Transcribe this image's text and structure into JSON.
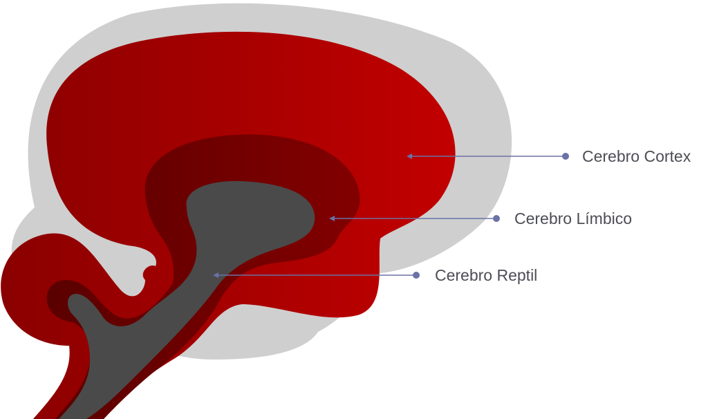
{
  "labels": {
    "cortex": "Cerebro Cortex",
    "limbic": "Cerebro Límbico",
    "reptil": "Cerebro Reptil"
  },
  "colors": {
    "background": "#ffffff",
    "skull": "#cfcfcf",
    "cortex": "#b00000",
    "cortex_dark": "#8a0000",
    "limbic": "#6e0000",
    "limbic_dark": "#520000",
    "reptilian": "#4a4a4a",
    "pointer": "#6a72a6",
    "label_text": "#4d4d55"
  }
}
